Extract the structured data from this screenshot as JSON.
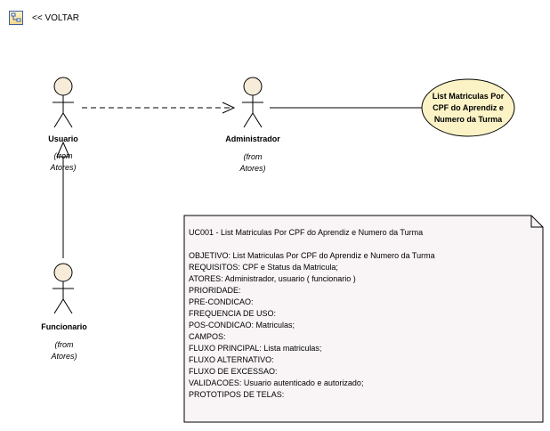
{
  "toolbar": {
    "icon": "diagram-icon",
    "back_label": "<< VOLTAR"
  },
  "colors": {
    "actor_fill": "#f7ecd9",
    "usecase_fill": "#fbf3c6",
    "note_fill": "#f9f4f6",
    "line": "#000000"
  },
  "actors": [
    {
      "name": "Usuario",
      "from_line1": "(from",
      "from_line2": "Atores)"
    },
    {
      "name": "Administrador",
      "from_line1": "(from",
      "from_line2": "Atores)"
    },
    {
      "name": "Funcionario",
      "from_line1": "(from",
      "from_line2": "Atores)"
    }
  ],
  "use_case": {
    "label_line1": "List Matriculas Por",
    "label_line2": "CPF do Aprendiz e",
    "label_line3": "Numero da Turma"
  },
  "note": {
    "title": "UC001 - List Matriculas Por CPF do Aprendiz e Numero da Turma",
    "lines": [
      "OBJETIVO: List Matriculas Por CPF do Aprendiz e Numero da Turma",
      "REQUISITOS: CPF e Status da Matricula;",
      "ATORES: Administrador, usuario ( funcionario )",
      "PRIORIDADE:",
      "PRE-CONDICAO:",
      "FREQUENCIA DE USO:",
      "POS-CONDICAO: Matriculas;",
      "CAMPOS:",
      "FLUXO PRINCIPAL: Lista matriculas;",
      "FLUXO ALTERNATIVO:",
      "FLUXO DE EXCESSAO:",
      "VALIDACOES: Usuario autenticado e autorizado;",
      "PROTOTIPOS DE TELAS:"
    ]
  }
}
